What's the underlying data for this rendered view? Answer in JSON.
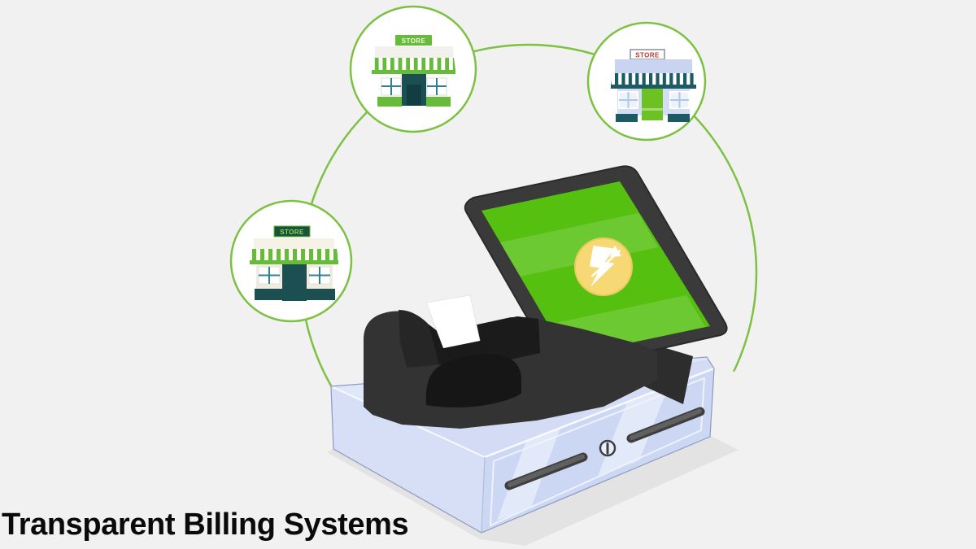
{
  "title": {
    "text": "Transparent Billing Systems"
  },
  "illustration": {
    "background_color": "#f1f1f2",
    "accent_green": "#7dc142",
    "nodes": [
      {
        "id": "store-top-center",
        "sign_text": "STORE",
        "sign_bg": "#67bb3a",
        "sign_text_color": "#eef8e4",
        "awning_color": "#67bb3a",
        "door_color": "#1b4f52",
        "planter_color": "#67bb3a",
        "wall_color": "#fdfdfc"
      },
      {
        "id": "store-top-right",
        "sign_text": "STORE",
        "sign_bg": "#ffffff",
        "sign_text_color": "#b5372c",
        "awning_color": "#1c5b63",
        "door_color": "#6cc222",
        "planter_color": "#1c5b63",
        "wall_color": "#d3ddf4"
      },
      {
        "id": "store-left",
        "sign_text": "STORE",
        "sign_bg": "#17543a",
        "sign_text_color": "#8fd15e",
        "awning_color": "#67bb3a",
        "door_color": "#1b4f52",
        "planter_color": "#1b4f52",
        "wall_color": "#f1ece0"
      }
    ],
    "pos_terminal": {
      "screen_color": "#56c011",
      "badge": {
        "icon": "lightning-bolt-icon",
        "bg_color": "#f6d874"
      },
      "drawer_front_color": "#cbd7f3",
      "drawer_top_color": "#dfe7fa",
      "drawer_side_color": "#d7dff6",
      "receipt_color": "#ffffff",
      "hardware_color": "#333333"
    }
  }
}
